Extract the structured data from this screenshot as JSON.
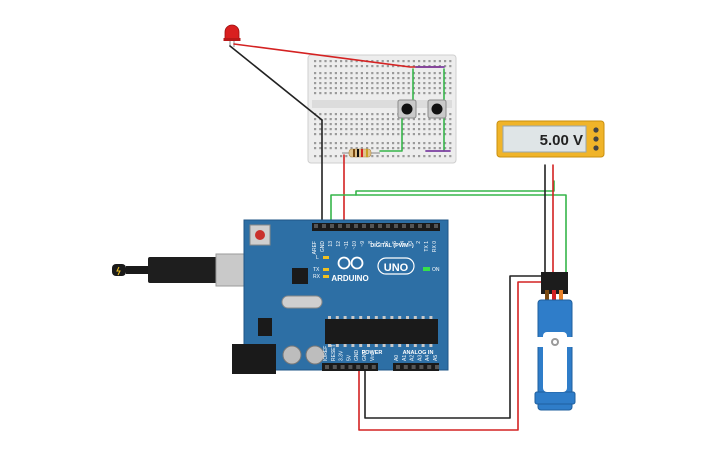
{
  "colors": {
    "board": "#2d6fa5",
    "board_edge": "#1f5686",
    "breadboard": "#eeeeee",
    "wire_red": "#d42222",
    "wire_black": "#222222",
    "wire_green": "#36b54a",
    "wire_purple": "#7b3fa0",
    "meter_frame": "#f0b429",
    "servo": "#2f7dc9"
  },
  "multimeter": {
    "reading": "5.00 V"
  },
  "arduino": {
    "brand": "ARDUINO",
    "model": "UNO",
    "digital_header_label": "DIGITAL (PWM~)",
    "power_header_label": "POWER",
    "analog_header_label": "ANALOG IN",
    "on_label": "ON",
    "tx_label": "TX",
    "rx_label": "RX",
    "l_label": "L",
    "digital_pins": [
      "AREF",
      "GND",
      "13",
      "12",
      "~11",
      "~10",
      "~9",
      "8",
      "7",
      "~6",
      "~5",
      "4",
      "~3",
      "2",
      "TX 1",
      "RX 0"
    ],
    "power_pins": [
      "IOREF",
      "RESET",
      "3.3V",
      "5V",
      "GND",
      "GND",
      "Vin"
    ],
    "analog_pins": [
      "A0",
      "A1",
      "A2",
      "A3",
      "A4",
      "A5"
    ]
  },
  "icons": {
    "led": "red-led-icon",
    "resistor": "resistor-icon",
    "button": "pushbutton-icon",
    "usb": "usb-cable-icon",
    "servo": "servo-motor-icon",
    "meter": "multimeter-icon"
  }
}
